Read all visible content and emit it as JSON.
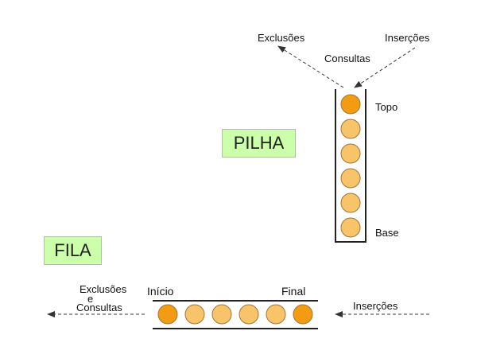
{
  "pilha": {
    "title": "PILHA",
    "exclusoes": "Exclusões",
    "insercoes": "Inserções",
    "consultas": "Consultas",
    "topo": "Topo",
    "base": "Base",
    "items": 6
  },
  "fila": {
    "title": "FILA",
    "exclusoes_consultas": [
      "Exclusões",
      "e",
      "Consultas"
    ],
    "inicio": "Início",
    "final": "Final",
    "insercoes": "Inserções",
    "items": 6
  },
  "colors": {
    "ball_fill": "#f7c469",
    "ball_end_fill": "#f39c12",
    "ball_stroke": "#a0753a",
    "label_bg": "#ccffaa",
    "line": "#222222",
    "arrow": "#333333"
  }
}
